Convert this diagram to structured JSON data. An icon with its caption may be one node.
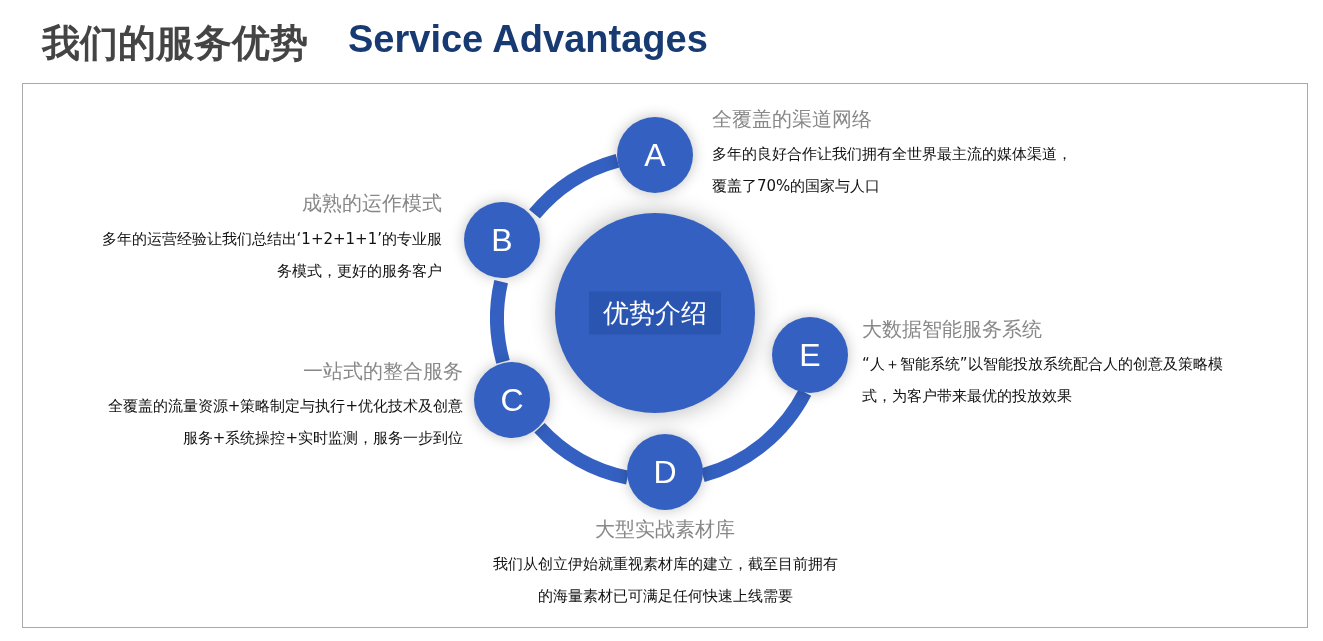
{
  "diagram": {
    "title": "我们的服务优势",
    "nodes": [
      {
        "text": [
          "优势介绍"
        ]
      },
      {
        "text": [
          "A"
        ],
        "beside": [
          "全覆盖的渠道网络",
          "多年的良好合作让我们拥有全世界最主流的媒体渠道，覆盖了70%的国家与人口"
        ]
      },
      {
        "text": [
          "B"
        ],
        "beside": [
          "成熟的运作模式",
          "多年的运营经验让我们总结出‘1+2+1+1’的专业服务模式，更好的服务客户"
        ]
      },
      {
        "text": [
          "C"
        ],
        "beside": [
          "一站式的整合服务",
          "全覆盖的流量资源+策略制定与执行+优化技术及创意服务+系统操控+实时监测，服务一步到位"
        ]
      },
      {
        "text": [
          "D"
        ],
        "beside": [
          "大型实战素材库",
          "我们从创立伊始就重视素材库的建立，截至目前拥有的海量素材已可满足任何快速上线需要"
        ]
      },
      {
        "text": [
          "E"
        ],
        "beside": [
          "大数据智能服务系统",
          "“人＋智能系统”以智能投放系统配合人的创意及策略模式，为客户带来最优的投放效果"
        ]
      }
    ],
    "edges": [
      {
        "from": 1,
        "to": 2,
        "arrow": "none"
      },
      {
        "from": 2,
        "to": 3,
        "arrow": "none"
      },
      {
        "from": 3,
        "to": 4,
        "arrow": "none"
      },
      {
        "from": 4,
        "to": 5,
        "arrow": "none"
      }
    ],
    "labels": [
      "Service Advantages"
    ]
  }
}
